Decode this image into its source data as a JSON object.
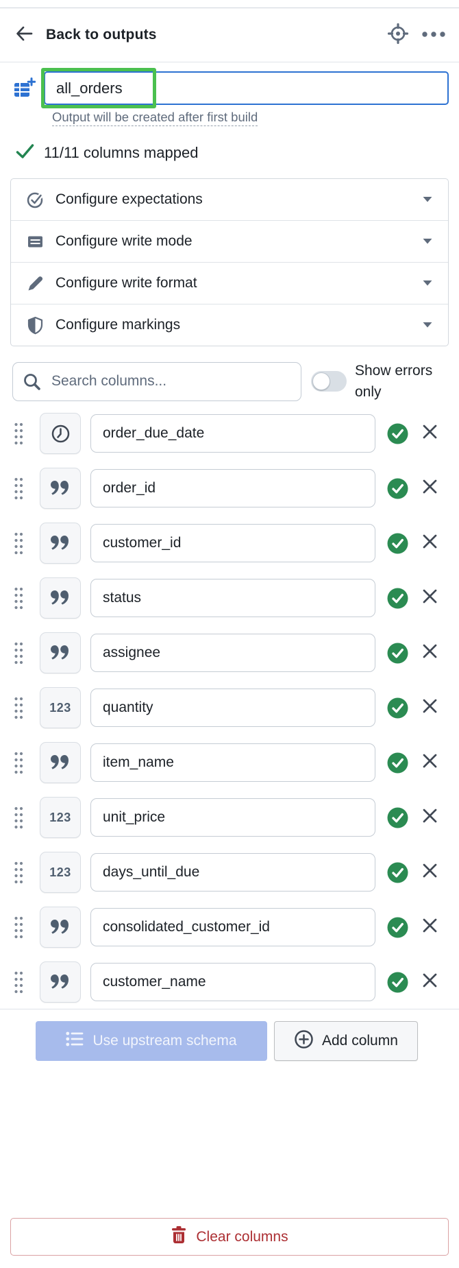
{
  "header": {
    "title": "Back to outputs"
  },
  "output_name": {
    "value": "all_orders",
    "hint": "Output will be created after first build"
  },
  "status": {
    "mapped_text": "11/11 columns mapped"
  },
  "config_sections": [
    {
      "label": "Configure expectations",
      "icon": "circle-check"
    },
    {
      "label": "Configure write mode",
      "icon": "document"
    },
    {
      "label": "Configure write format",
      "icon": "pencil"
    },
    {
      "label": "Configure markings",
      "icon": "shield"
    }
  ],
  "search": {
    "placeholder": "Search columns...",
    "toggle_label": "Show errors only",
    "toggle_on": false
  },
  "columns": [
    {
      "name": "order_due_date",
      "type": "timestamp"
    },
    {
      "name": "order_id",
      "type": "string"
    },
    {
      "name": "customer_id",
      "type": "string"
    },
    {
      "name": "status",
      "type": "string"
    },
    {
      "name": "assignee",
      "type": "string"
    },
    {
      "name": "quantity",
      "type": "numeric"
    },
    {
      "name": "item_name",
      "type": "string"
    },
    {
      "name": "unit_price",
      "type": "numeric"
    },
    {
      "name": "days_until_due",
      "type": "numeric"
    },
    {
      "name": "consolidated_customer_id",
      "type": "string"
    },
    {
      "name": "customer_name",
      "type": "string"
    }
  ],
  "footer": {
    "use_upstream_label": "Use upstream schema",
    "add_column_label": "Add column",
    "clear_label": "Clear columns"
  },
  "colors": {
    "accent_blue": "#2D72D2",
    "highlight_green": "#4BC04F",
    "success_green": "#2B8B52",
    "check_green": "#238551",
    "danger_red": "#AC2F33",
    "icon_slate": "#5F6B7C"
  }
}
